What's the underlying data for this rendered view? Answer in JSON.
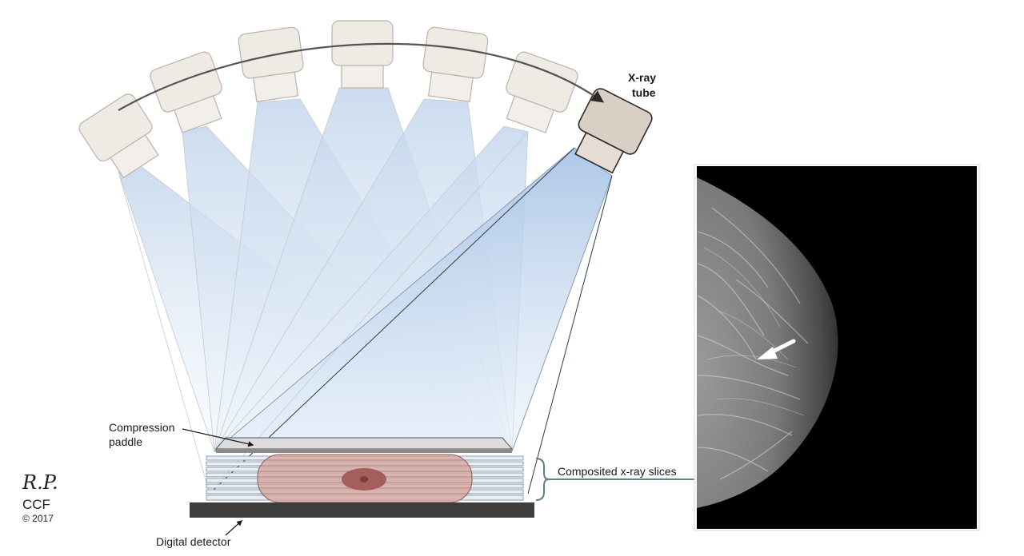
{
  "labels": {
    "xray_tube": [
      "X-ray",
      "tube"
    ],
    "compression_paddle": [
      "Compression",
      "paddle"
    ],
    "composited_slices": "Composited x-ray slices",
    "digital_detector": "Digital detector"
  },
  "credit": {
    "initials": "R.P.",
    "org": "CCF",
    "copyright": "© 2017"
  },
  "colors": {
    "tube_fill": "#efeae4",
    "tube_active_fill": "#d9cfc5",
    "beam": "#c9dbef",
    "tissue": "#d9a8a0",
    "lesion": "#a45f5c",
    "detector": "#3d3d3d",
    "bracket": "#5f7f8a"
  }
}
